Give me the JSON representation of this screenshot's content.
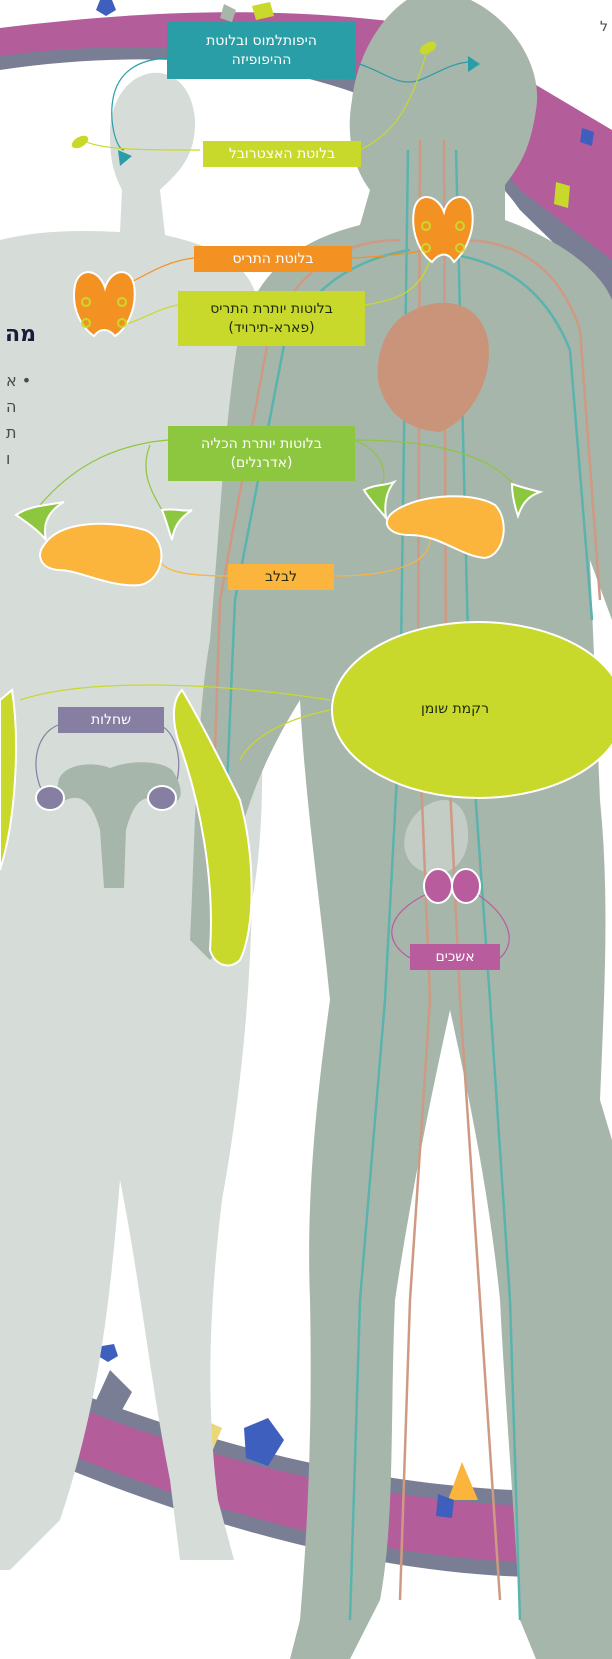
{
  "labels": {
    "hypothalamus_pituitary": "היפותלמוס ובלוטת\nההיפופיזה",
    "pineal": "בלוטת האצטרובל",
    "thyroid": "בלוטת התריס",
    "parathyroid": "בלוטות יותרת התריס\n(פארא-תירויד)",
    "adrenal": "בלוטות יותרת הכליה\n(אדרנלים)",
    "pancreas": "לבלב",
    "ovaries": "שחלות",
    "adipose": "רקמת שומן",
    "testes": "אשכים"
  },
  "side_text": {
    "title_fragment": "מה",
    "lines": [
      "• א",
      "ה",
      "ת",
      "ו"
    ],
    "corner_glyph": "ל"
  },
  "colors": {
    "body_back": "#d6dcd8",
    "body_front": "#a7b6ab",
    "band": "#b35d9a",
    "band_edge": "#7a7e95",
    "hypothalamus": "#2a9ea6",
    "pineal": "#c8d92b",
    "thyroid": "#f39222",
    "parathyroid": "#c8d92b",
    "adrenal": "#8dc63f",
    "pancreas": "#fbb43c",
    "ovaries": "#867fa2",
    "adipose": "#c8d92b",
    "testes": "#b85c9e",
    "artery": "#cf9a83",
    "vein": "#5bb3ad",
    "heart": "#c99479"
  }
}
